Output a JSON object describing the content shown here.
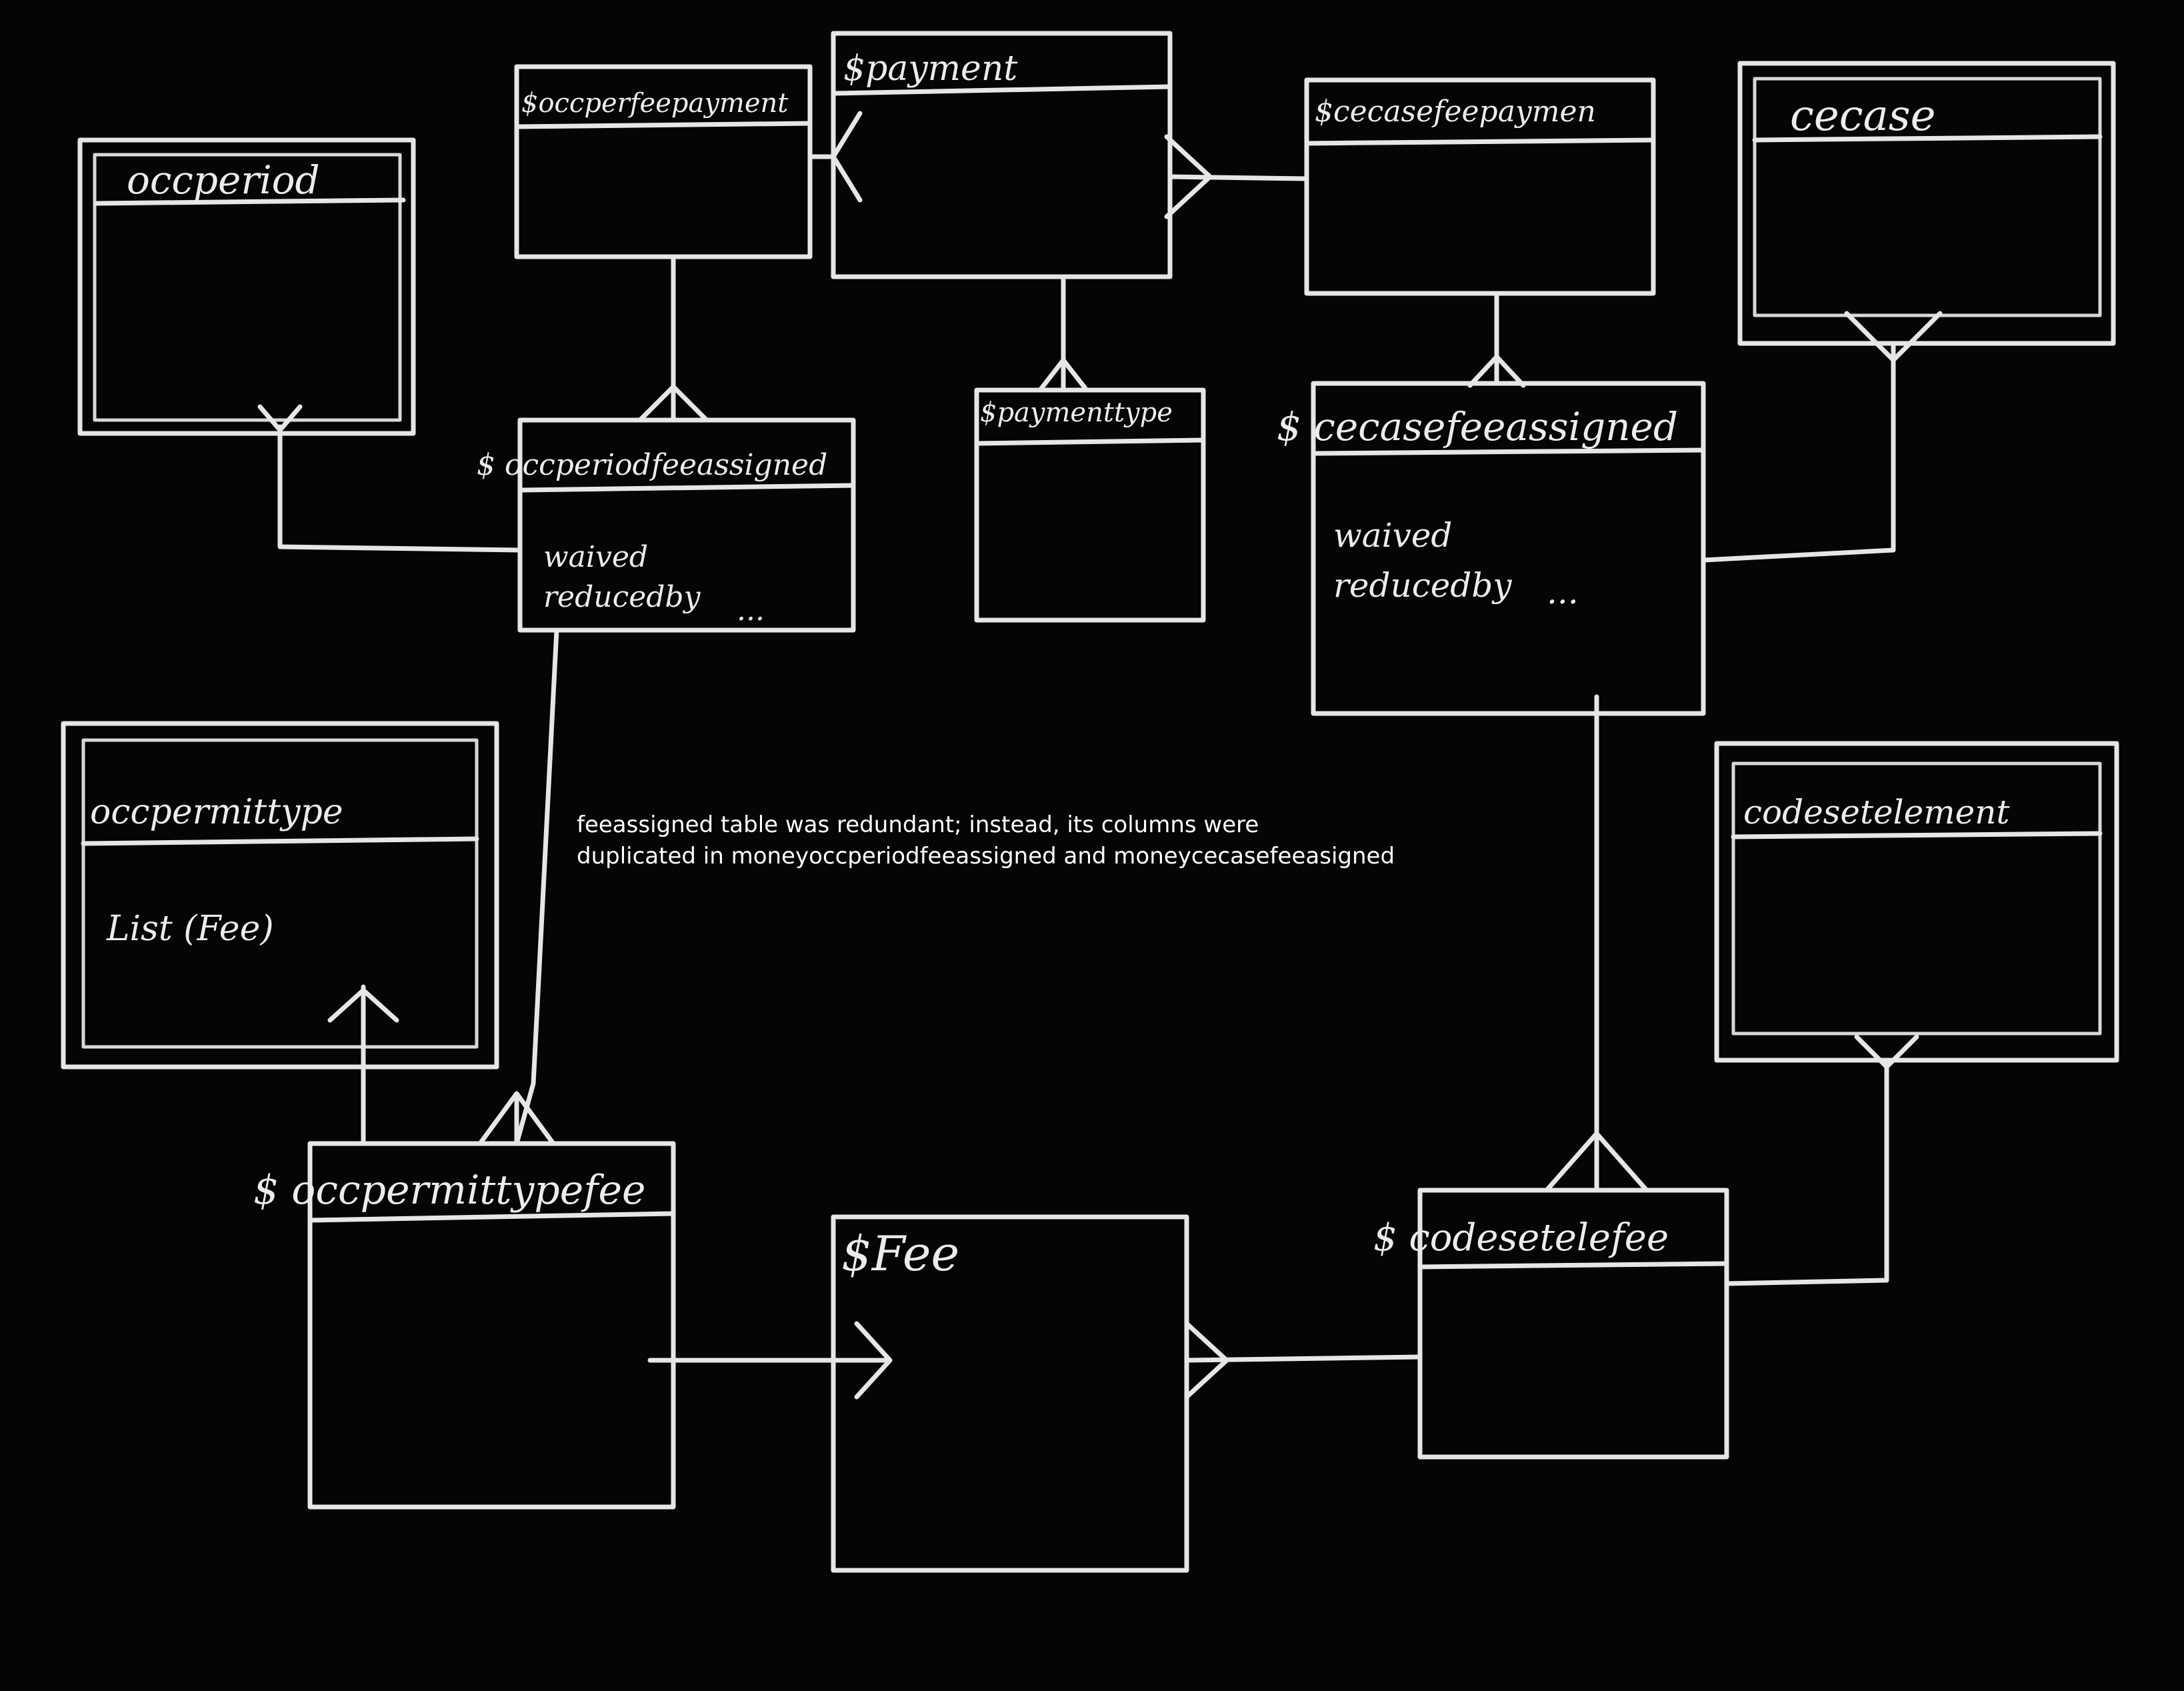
{
  "entities": {
    "occperiod": {
      "title": "occperiod",
      "attributes": []
    },
    "occperfeepayment": {
      "title": "$occperfeepayment",
      "attributes": []
    },
    "payment": {
      "title": "$payment",
      "attributes": []
    },
    "cecasefeepayment": {
      "title": "$cecasefeepaymen",
      "attributes": []
    },
    "cecase": {
      "title": "cecase",
      "attributes": []
    },
    "occperiodfeeassigned": {
      "title": "$ occperiodfeeassigned",
      "attributes": [
        "waived",
        "reducedby",
        "..."
      ]
    },
    "paymenttype": {
      "title": "$paymenttype",
      "attributes": []
    },
    "cecasefeeassigned": {
      "title": "$ cecasefeeassigned",
      "attributes": [
        "waived",
        "reducedby",
        "..."
      ]
    },
    "occpermittype": {
      "title": "occpermittype",
      "attributes": [
        "List (Fee)"
      ]
    },
    "codesetelement": {
      "title": "codesetelement",
      "attributes": []
    },
    "occpermittypefee": {
      "title": "$ occpermittypefee",
      "attributes": []
    },
    "fee": {
      "title": "$Fee",
      "attributes": []
    },
    "codesetelefee": {
      "title": "$ codesetelefee",
      "attributes": []
    }
  },
  "note": {
    "line1": "feeassigned table was redundant; instead, its columns were",
    "line2": "duplicated in moneyoccperiodfeeassigned and moneycecasefeeasigned"
  },
  "colors": {
    "background": "#050505",
    "chalk": "#e6e6e6",
    "note_text": "#ffffff"
  }
}
